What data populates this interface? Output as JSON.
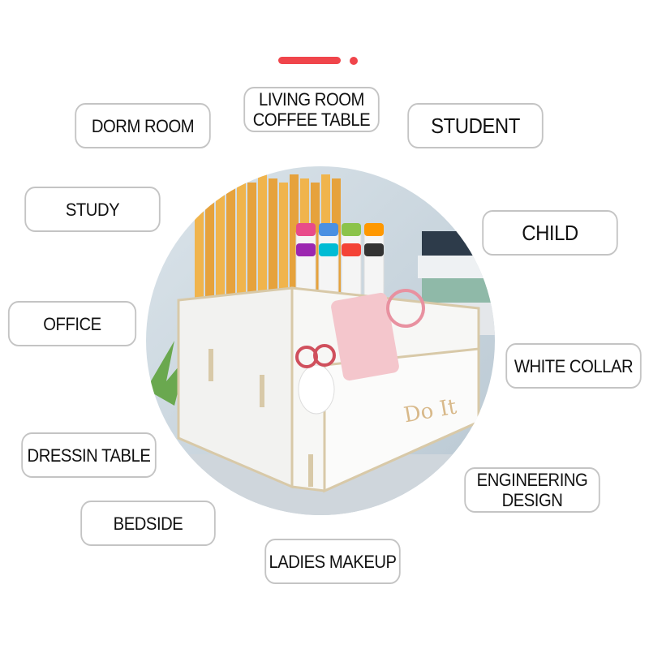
{
  "decor": {
    "accent_color": "#f0454b"
  },
  "product": {
    "label": "Do It",
    "image": "desk-organizer-photo"
  },
  "tags": [
    {
      "id": "dorm-room",
      "text": "DORM ROOM"
    },
    {
      "id": "living-room",
      "text": "LIVING ROOM\nCOFFEE TABLE"
    },
    {
      "id": "student",
      "text": "STUDENT"
    },
    {
      "id": "study",
      "text": "STUDY"
    },
    {
      "id": "child",
      "text": "CHILD"
    },
    {
      "id": "office",
      "text": "OFFICE"
    },
    {
      "id": "white-collar",
      "text": "WHITE COLLAR"
    },
    {
      "id": "dressin-table",
      "text": "DRESSIN TABLE"
    },
    {
      "id": "engineering-design",
      "text": "ENGINEERING\nDESIGN"
    },
    {
      "id": "bedside",
      "text": "BEDSIDE"
    },
    {
      "id": "ladies-makeup",
      "text": "LADIES  MAKEUP"
    }
  ]
}
